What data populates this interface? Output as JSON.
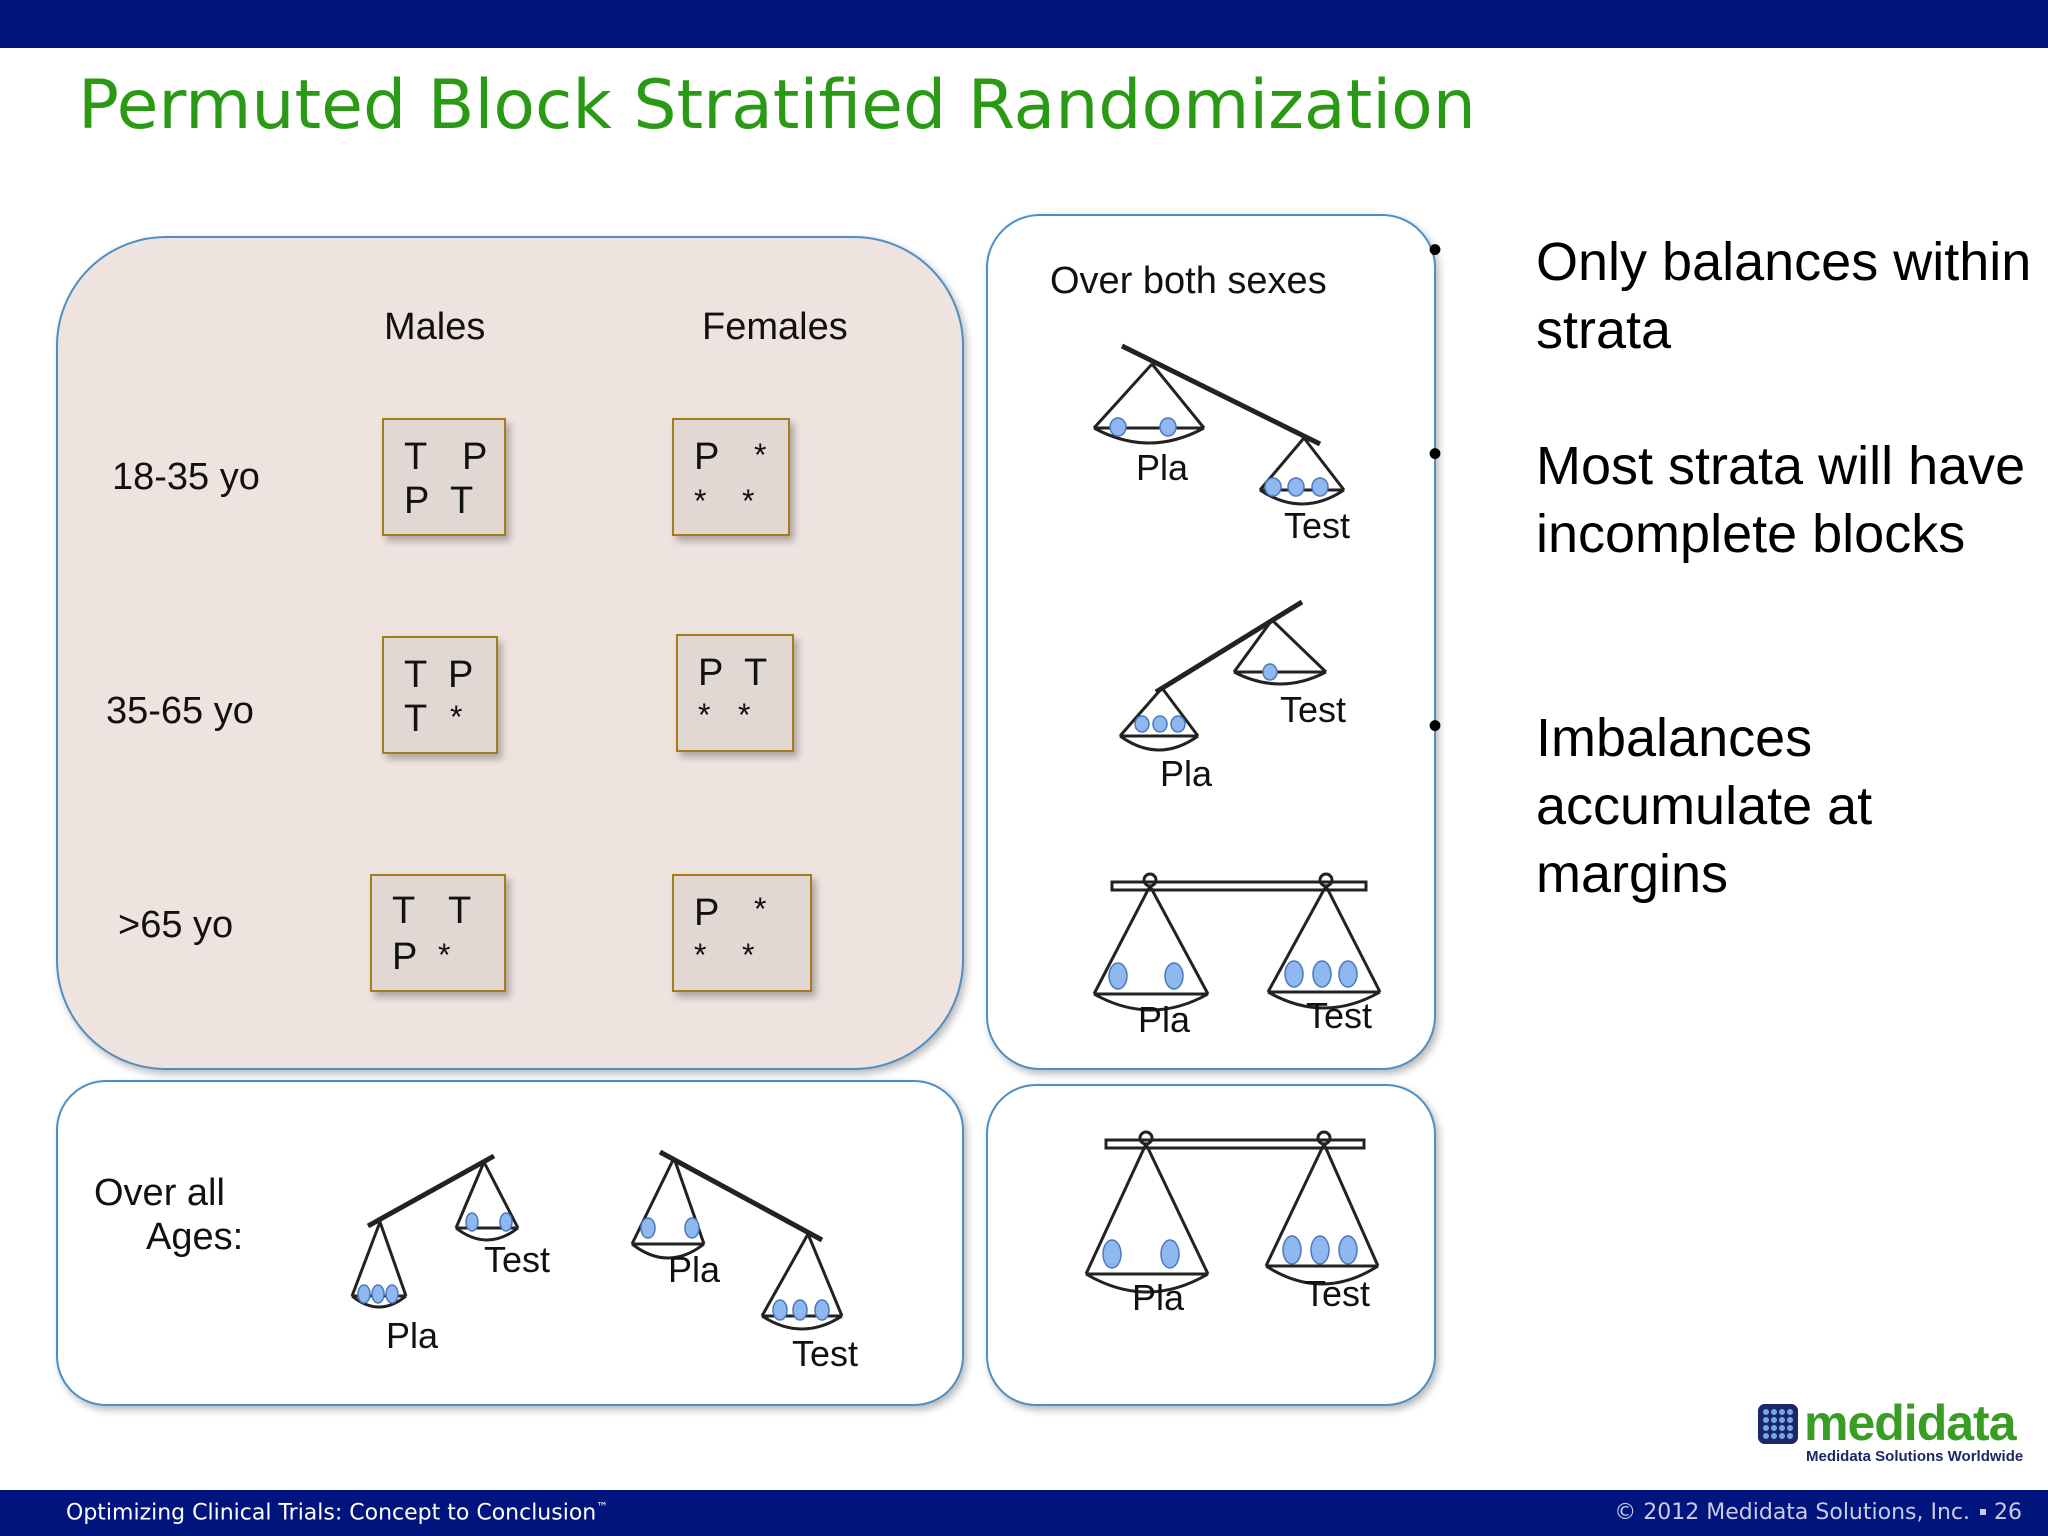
{
  "slide": {
    "title": "Permuted Block Stratified Randomization",
    "page_number": "26"
  },
  "strata": {
    "col_males": "Males",
    "col_females": "Females",
    "row_1": "18-35 yo",
    "row_2": "35-65 yo",
    "row_3": ">65 yo",
    "blocks": {
      "r1_m": [
        "T",
        "P",
        "P",
        "T"
      ],
      "r1_f": [
        "P",
        "*",
        "*",
        "*"
      ],
      "r2_m": [
        "T",
        "P",
        "T",
        "*"
      ],
      "r2_f": [
        "P",
        "T",
        "*",
        "*"
      ],
      "r3_m": [
        "T",
        "T",
        "P",
        "*"
      ],
      "r3_f": [
        "P",
        "*",
        "*",
        "*"
      ]
    }
  },
  "over_sexes": {
    "title": "Over both sexes",
    "pla": "Pla",
    "test": "Test"
  },
  "over_ages": {
    "title_line1": "Over all",
    "title_line2": "Ages:",
    "pla": "Pla",
    "test": "Test"
  },
  "bullets": [
    "Only balances within strata",
    "Most strata will have incomplete blocks",
    "Imbalances accumulate at margins"
  ],
  "bullet_symbol": "•",
  "logo": {
    "word": "medidata",
    "tagline": "Medidata Solutions Worldwide"
  },
  "footer": {
    "left": "Optimizing Clinical Trials: Concept to Conclusion",
    "trademark": "™",
    "right": "© 2012 Medidata Solutions, Inc.",
    "page": "26"
  },
  "colors": {
    "header_bar": "#00147d",
    "title_green": "#2a9a14",
    "panel_border": "#4d8fc4",
    "strata_fill": "#efe3e0",
    "block_border": "#a57c1a",
    "patient_blue": "#8fb8ee"
  },
  "icons": {
    "scale": "balance-scale-icon",
    "patient": "patient-face-icon",
    "logo": "medidata-grid-icon"
  }
}
